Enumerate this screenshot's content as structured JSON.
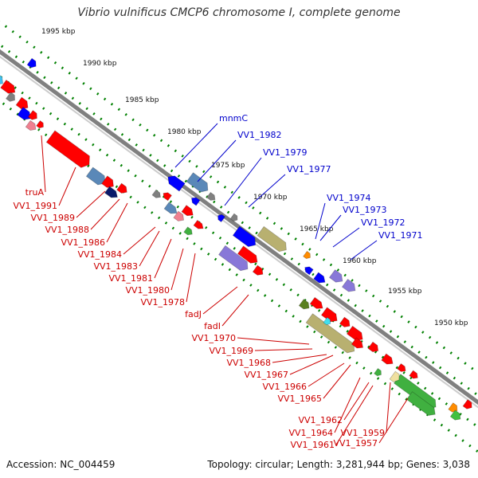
{
  "title": "Vibrio vulnificus CMCP6 chromosome I, complete genome",
  "footer": {
    "accession": "Accession: NC_004459",
    "summary": "Topology: circular; Length: 3,281,944 bp; Genes: 3,038"
  },
  "colors": {
    "backbone": "#808080",
    "tick": "#008000",
    "label_forward": "#0000cc",
    "label_reverse": "#cc0000",
    "gene_red": "#ff0000",
    "gene_blue": "#0000ff",
    "gene_purple": "#8878d8",
    "gene_steel": "#5a88b8",
    "gene_olive": "#b8b070",
    "gene_green": "#40b040",
    "gene_orange": "#ff8c00",
    "gene_gray": "#808080"
  },
  "kbp_ticks": [
    "1995 kbp",
    "1990 kbp",
    "1985 kbp",
    "1980 kbp",
    "1975 kbp",
    "1970 kbp",
    "1965 kbp",
    "1960 kbp",
    "1955 kbp",
    "1950 kbp"
  ],
  "forward_labels": [
    "mnmC",
    "VV1_1982",
    "VV1_1979",
    "VV1_1977",
    "VV1_1974",
    "VV1_1973",
    "VV1_1972",
    "VV1_1971"
  ],
  "reverse_labels": [
    "truA",
    "VV1_1991",
    "VV1_1989",
    "VV1_1988",
    "VV1_1986",
    "VV1_1984",
    "VV1_1983",
    "VV1_1981",
    "VV1_1980",
    "VV1_1978",
    "fadJ",
    "fadI",
    "VV1_1970",
    "VV1_1969",
    "VV1_1968",
    "VV1_1967",
    "VV1_1966",
    "VV1_1965",
    "VV1_1962",
    "VV1_1964",
    "VV1_1959",
    "VV1_1961",
    "VV1_1957"
  ]
}
